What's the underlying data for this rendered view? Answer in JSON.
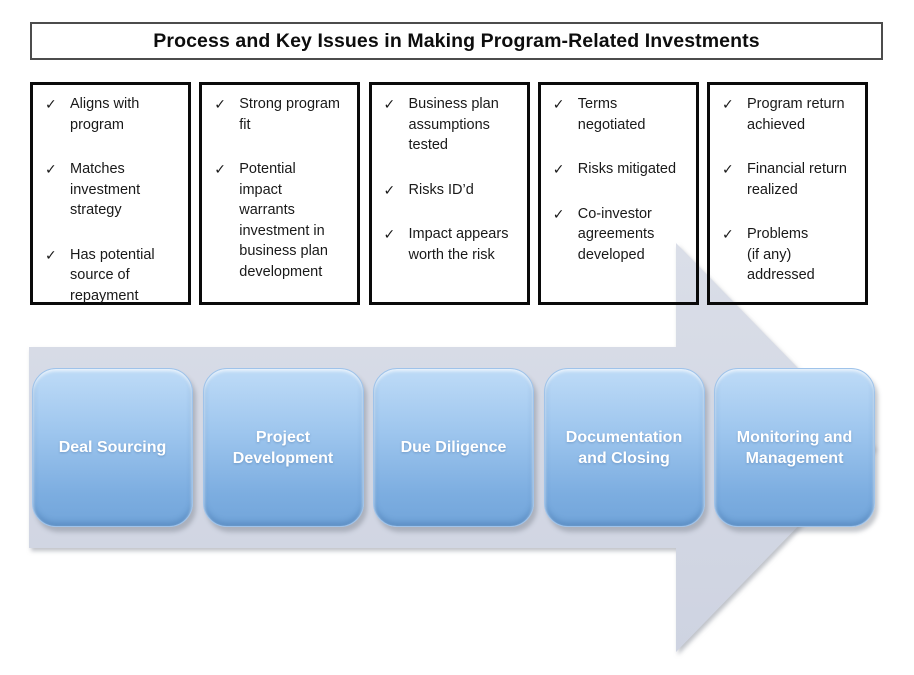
{
  "title": "Process and Key Issues in Making Program-Related Investments",
  "check_glyph": "✓",
  "checklists": [
    {
      "id": "deal-sourcing",
      "items": [
        "Aligns with\nprogram",
        "Matches\ninvestment\nstrategy",
        "Has potential\nsource of\nrepayment"
      ]
    },
    {
      "id": "project-development",
      "items": [
        "Strong program\nfit",
        "Potential\nimpact\nwarrants\ninvestment in\nbusiness plan\ndevelopment"
      ]
    },
    {
      "id": "due-diligence",
      "items": [
        "Business plan\nassumptions\ntested",
        "Risks ID’d",
        "Impact appears\nworth the risk"
      ]
    },
    {
      "id": "documentation-and-closing",
      "items": [
        "Terms\nnegotiated",
        "Risks mitigated",
        "Co-investor\nagreements\ndeveloped"
      ]
    },
    {
      "id": "monitoring-and-management",
      "items": [
        "Program return\nachieved",
        "Financial return\nrealized",
        "Problems\n(if any)\naddressed"
      ]
    }
  ],
  "stages": [
    {
      "label": "Deal Sourcing"
    },
    {
      "label": "Project Development"
    },
    {
      "label": "Due Diligence"
    },
    {
      "label": "Documentation and Closing"
    },
    {
      "label": "Monitoring and Management"
    }
  ],
  "colors": {
    "stage_fill_top": "#bedbf7",
    "stage_fill_bottom": "#72a5da",
    "stage_text": "#ffffff",
    "arrow_fill_top": "#dadee8",
    "arrow_fill_bottom": "#ced3e1",
    "checklist_border": "#0a0a0a",
    "title_border": "#4c4c4c"
  }
}
